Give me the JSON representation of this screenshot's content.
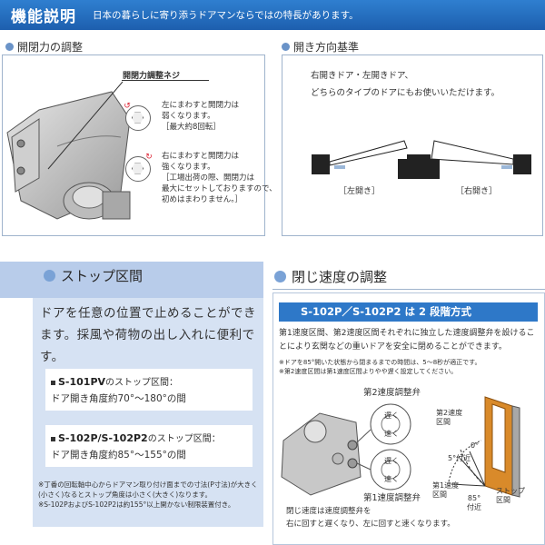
{
  "header": {
    "title": "機能説明",
    "subtitle": "日本の暮らしに寄り添うドアマンならではの特長があります。"
  },
  "force_adjust": {
    "section_title": "開閉力の調整",
    "screw_label": "開閉力調整ネジ",
    "left_turn": "左にまわすと開閉力は\n弱くなります。\n［最大約8回転］",
    "right_turn": "右にまわすと開閉力は\n強くなります。\n［工場出荷の際、開閉力は\n最大にセットしておりますので、\n初めはまわりません。］"
  },
  "direction": {
    "section_title": "開き方向基準",
    "description_line1": "右開きドア・左開きドア、",
    "description_line2": "どちらのタイプのドアにもお使いいただけます。",
    "left_label": "［左開き］",
    "right_label": "［右開き］"
  },
  "stop": {
    "section_title": "ストップ区間",
    "main_text": "ドアを任意の位置で止めることができます。採風や荷物の出し入れに便利です。",
    "spec1_model": "S-101PV",
    "spec1_suffix": "のストップ区間：",
    "spec1_range": "ドア開き角度約70°～180°の間",
    "spec2_model": "S-102P/S-102P2",
    "spec2_suffix": "のストップ区間：",
    "spec2_range": "ドア開き角度約85°～155°の間",
    "note1": "※丁番の回転軸中心からドアマン取り付け面までの寸法(P寸法)が大きく(小さく)なるとストップ角度は小さく(大きく)なります。",
    "note2": "※S-102PおよびS-102P2は約155°以上開かない制限装置付き。"
  },
  "speed": {
    "section_title": "閉じ速度の調整",
    "banner": "S-102P／S-102P2 は 2 段階方式",
    "description": "第1速度区間、第2速度区間それぞれに独立した速度調整弁を設けることにより玄関などの重いドアを安全に閉めることができます。",
    "note1": "※ドアを85°開いた状態から閉まるまでの時間は、5～8秒が適正です。",
    "note2": "※第2速度区間は第1速度区間よりやや遅く設定してください。",
    "valve2_label": "第2速度調整弁",
    "valve1_label": "第1速度調整弁",
    "slow": "遅く",
    "fast": "速く",
    "zone2_line1": "第2速度",
    "zone2_line2": "区間",
    "zone1_line1": "第1速度",
    "zone1_line2": "区間",
    "angle0": "0°",
    "angle5": "5°付近",
    "angle85_line1": "85°",
    "angle85_line2": "付近",
    "stop_zone_line1": "ストップ",
    "stop_zone_line2": "区間",
    "bottom_line1": "閉じ速度は速度調整弁を",
    "bottom_line2": "右に回すと遅くなり、左に回すと速くなります。"
  }
}
